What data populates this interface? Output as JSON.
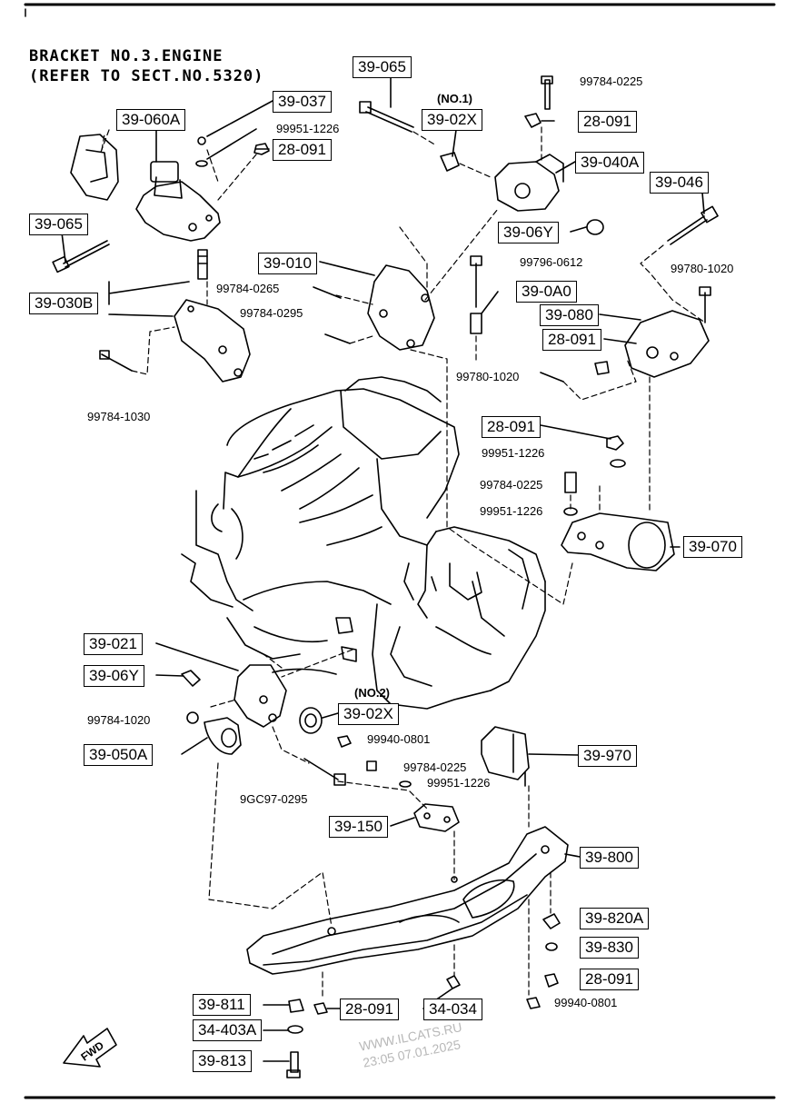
{
  "header": {
    "line1": "BRACKET NO.3.ENGINE",
    "line2": "(REFER TO SECT.NO.5320)"
  },
  "callouts": {
    "c39065a": "39-065",
    "c39037": "39-037",
    "c39060a": "39-060A",
    "c28091a": "28-091",
    "c39065b": "39-065",
    "c39030b": "39-030B",
    "c39010": "39-010",
    "c3902x1": "39-02X",
    "c28091b": "28-091",
    "c39040a": "39-040A",
    "c39046": "39-046",
    "c3906ya": "39-06Y",
    "c390a0": "39-0A0",
    "c39080": "39-080",
    "c28091c": "28-091",
    "c28091d": "28-091",
    "c39070": "39-070",
    "c39021": "39-021",
    "c3906yb": "39-06Y",
    "c3902x2": "39-02X",
    "c39050a": "39-050A",
    "c39970": "39-970",
    "c39150": "39-150",
    "c39800": "39-800",
    "c39820a": "39-820A",
    "c39830": "39-830",
    "c28091e": "28-091",
    "c39811": "39-811",
    "c28091f": "28-091",
    "c34034": "34-034",
    "c34403a": "34-403A",
    "c39813": "39-813"
  },
  "labels": {
    "l1": "99951-1226",
    "l2": "99784-0225",
    "l3": "99796-0612",
    "l4": "99780-1020",
    "l5": "99784-0265",
    "l6": "99784-0295",
    "l7": "99780-1020",
    "l8": "99784-1030",
    "l9": "99951-1226",
    "l10": "99784-0225",
    "l11": "99951-1226",
    "l12": "99784-1020",
    "l13": "99940-0801",
    "l14": "9GC97-0295",
    "l15": "99784-0225",
    "l16": "99951-1226",
    "l17": "99940-0801"
  },
  "notes": {
    "no1": "(NO.1)",
    "no2": "(NO.2)"
  },
  "fwd_label": "FWD",
  "watermark": {
    "site": "WWW.ILCATS.RU",
    "stamp": "23:05 07.01.2025"
  }
}
